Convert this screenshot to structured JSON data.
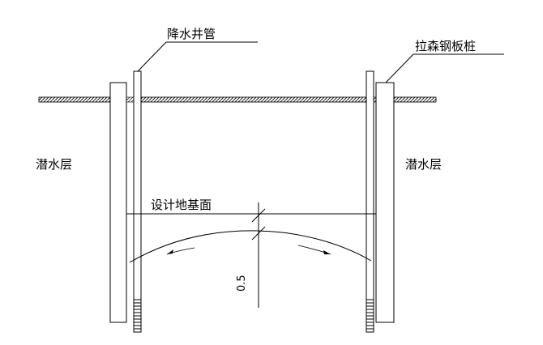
{
  "labels": {
    "well_pipe": "降水井管",
    "sheet_pile": "拉森钢板桩",
    "aquifer_left": "潜水层",
    "aquifer_right": "潜水层",
    "design_base": "设计地基面",
    "depth_value": "0.5"
  }
}
